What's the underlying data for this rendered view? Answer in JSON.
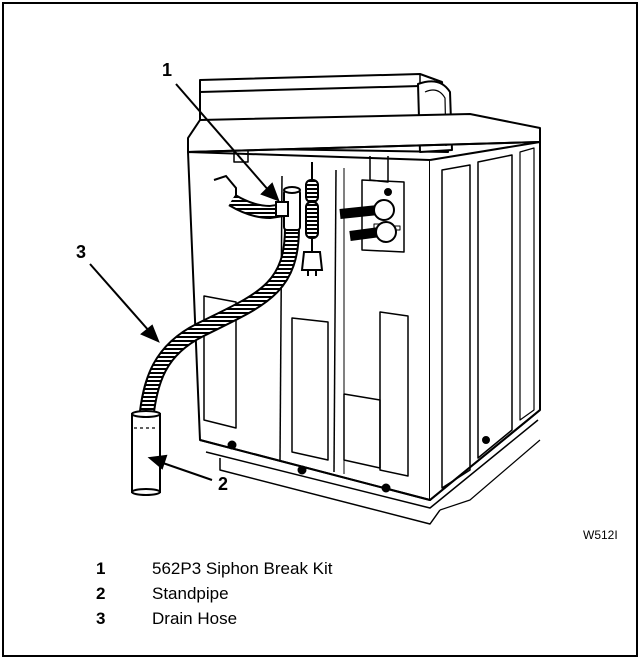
{
  "figure": {
    "code": "W512I",
    "callouts": [
      {
        "num": "1",
        "label": "562P3 Siphon Break Kit"
      },
      {
        "num": "2",
        "label": "Standpipe"
      },
      {
        "num": "3",
        "label": "Drain Hose"
      }
    ]
  }
}
